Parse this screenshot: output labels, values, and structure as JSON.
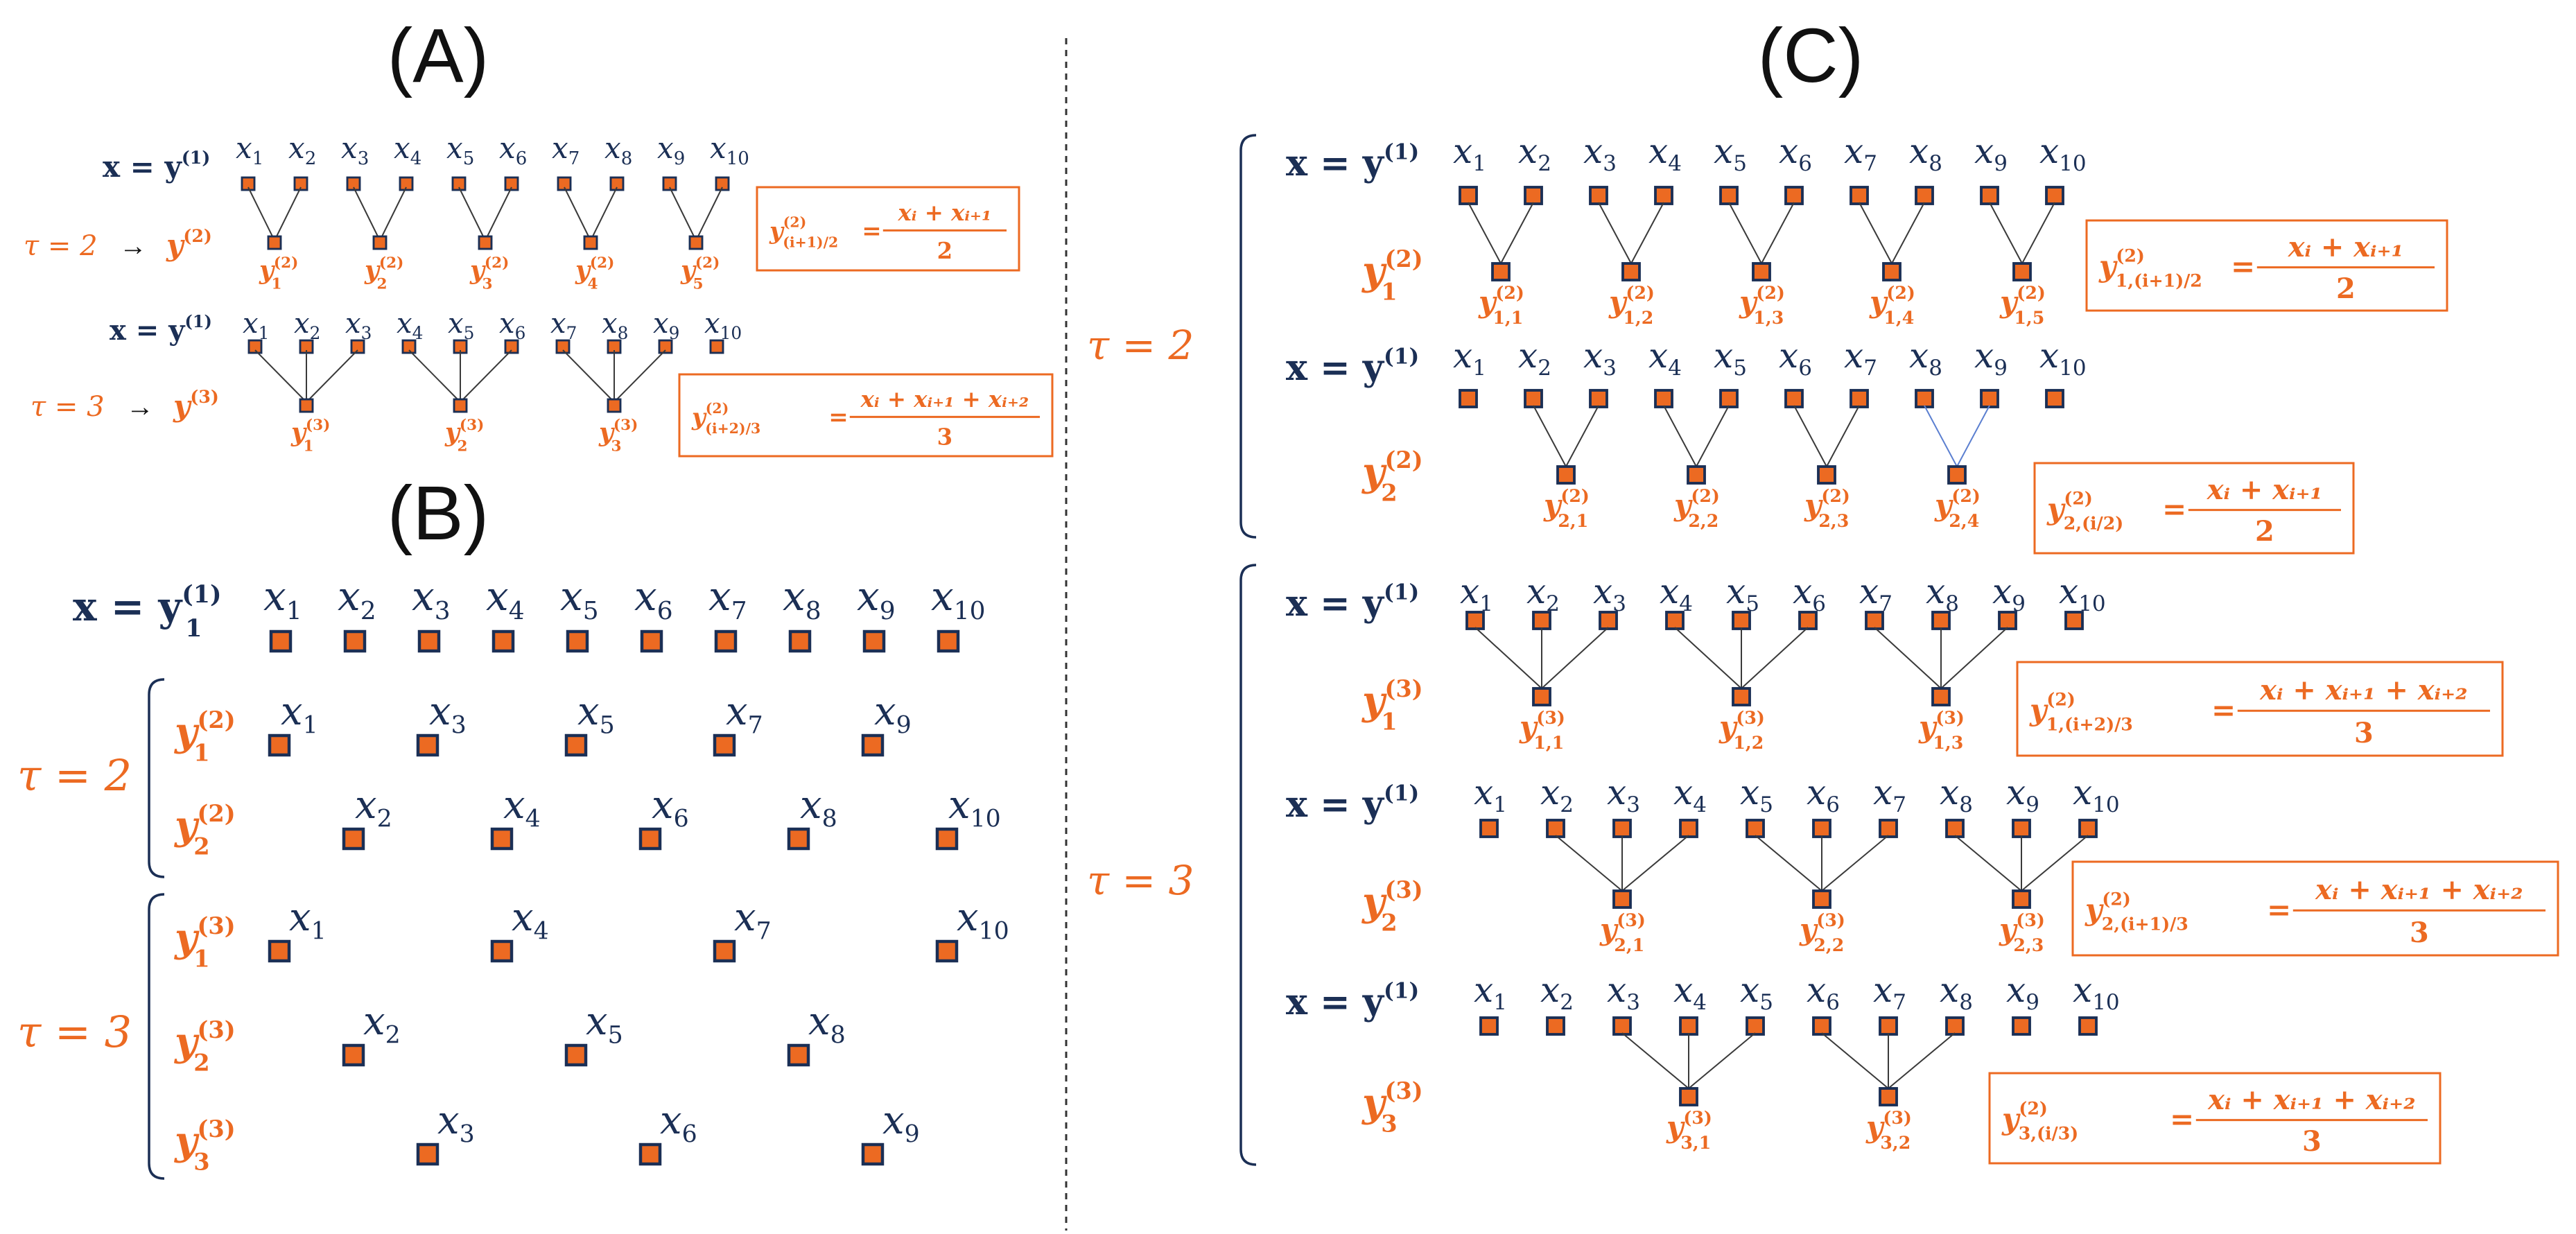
{
  "colors": {
    "navy": "#1b2f55",
    "orange": "#ec6a22",
    "box_border": "#ec6a22",
    "divider": "#333333",
    "line": "#3a3a3a"
  },
  "panel_labels": {
    "a": "(A)",
    "b": "(B)",
    "c": "(C)"
  },
  "common": {
    "x_eq_y1": "x = y",
    "sup1": "(1)",
    "sup2": "(2)",
    "sup3": "(3)",
    "tau2": "τ = 2",
    "tau3": "τ = 3",
    "x": "x",
    "y": "y"
  },
  "x_indices": [
    "1",
    "2",
    "3",
    "4",
    "5",
    "6",
    "7",
    "8",
    "9",
    "10"
  ],
  "panel_a": {
    "row1_children": [
      "1",
      "2",
      "3",
      "4",
      "5"
    ],
    "row2_children": [
      "1",
      "2",
      "3"
    ],
    "formula1": {
      "lhs_sub": "(i+1)/2",
      "num": "xᵢ + xᵢ₊₁",
      "den": "2"
    },
    "formula2": {
      "lhs_sub": "(i+2)/3",
      "num": "xᵢ + xᵢ₊₁ + xᵢ₊₂",
      "den": "3"
    }
  },
  "panel_b": {
    "top_label_sub": "1",
    "tau2_rows": [
      {
        "label_sub": "1",
        "items": [
          "1",
          "3",
          "5",
          "7",
          "9"
        ]
      },
      {
        "label_sub": "2",
        "items": [
          "2",
          "4",
          "6",
          "8",
          "10"
        ]
      }
    ],
    "tau3_rows": [
      {
        "label_sub": "1",
        "items": [
          "1",
          "4",
          "7",
          "10"
        ]
      },
      {
        "label_sub": "2",
        "items": [
          "2",
          "5",
          "8"
        ]
      },
      {
        "label_sub": "3",
        "items": [
          "3",
          "6",
          "9"
        ]
      }
    ]
  },
  "panel_c": {
    "blocks": [
      {
        "label_sub": "1",
        "sup": "(2)",
        "children": [
          "1,1",
          "1,2",
          "1,3",
          "1,4",
          "1,5"
        ],
        "formula": {
          "lhs_sub": "1,(i+1)/2",
          "num": "xᵢ + xᵢ₊₁",
          "den": "2"
        }
      },
      {
        "label_sub": "2",
        "sup": "(2)",
        "children": [
          "2,1",
          "2,2",
          "2,3",
          "2,4"
        ],
        "formula": {
          "lhs_sub": "2,(i/2)",
          "num": "xᵢ + xᵢ₊₁",
          "den": "2"
        }
      },
      {
        "label_sub": "1",
        "sup": "(3)",
        "children": [
          "1,1",
          "1,2",
          "1,3"
        ],
        "formula": {
          "lhs_sub": "1,(i+2)/3",
          "num": "xᵢ + xᵢ₊₁ + xᵢ₊₂",
          "den": "3"
        }
      },
      {
        "label_sub": "2",
        "sup": "(3)",
        "children": [
          "2,1",
          "2,2",
          "2,3"
        ],
        "formula": {
          "lhs_sub": "2,(i+1)/3",
          "num": "xᵢ + xᵢ₊₁ + xᵢ₊₂",
          "den": "3"
        }
      },
      {
        "label_sub": "3",
        "sup": "(3)",
        "children": [
          "3,1",
          "3,2"
        ],
        "formula": {
          "lhs_sub": "3,(i/3)",
          "num": "xᵢ + xᵢ₊₁ + xᵢ₊₂",
          "den": "3"
        }
      }
    ]
  }
}
